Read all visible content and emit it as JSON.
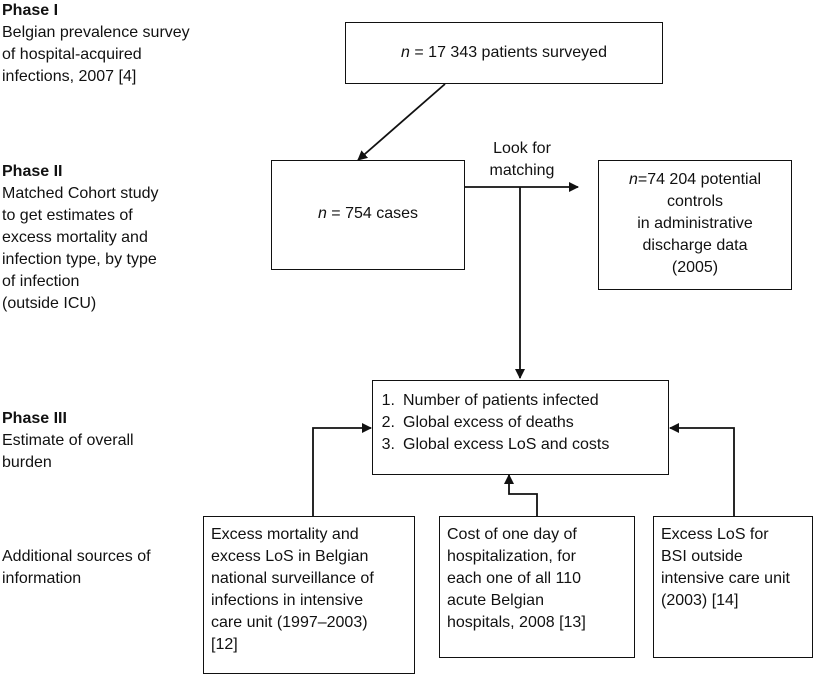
{
  "phases": [
    {
      "title": "Phase I",
      "lines": [
        "Belgian prevalence survey",
        "of hospital-acquired",
        "infections, 2007 [4]"
      ]
    },
    {
      "title": "Phase II",
      "lines": [
        "Matched Cohort study",
        "to get estimates of",
        "excess mortality and",
        "infection type, by type",
        "of infection",
        "(outside ICU)"
      ]
    },
    {
      "title": "Phase III",
      "lines": [
        "Estimate of overall",
        "burden"
      ]
    },
    {
      "title": "",
      "lines": [
        "Additional sources of",
        "information"
      ]
    }
  ],
  "boxes": {
    "surveyed": {
      "var": "n",
      "text": " = 17 343 patients surveyed"
    },
    "cases": {
      "var": "n",
      "text": " = 754 cases"
    },
    "controls": {
      "var": "n",
      "lines": [
        "=74 204 potential",
        "controls",
        "in administrative",
        "discharge data",
        "(2005)"
      ]
    },
    "results": {
      "items": [
        {
          "num": "1.",
          "text": "Number of patients infected"
        },
        {
          "num": "2.",
          "text": "Global excess of deaths"
        },
        {
          "num": "3.",
          "text": "Global excess LoS and costs"
        }
      ]
    },
    "source_icu": {
      "lines": [
        "Excess mortality and",
        "excess LoS in Belgian",
        "national surveillance of",
        "infections in intensive",
        "care unit (1997–2003)",
        "[12]"
      ]
    },
    "source_cost": {
      "lines": [
        "Cost of one day of",
        "hospitalization, for",
        "each one of all 110",
        "acute Belgian",
        "hospitals, 2008 [13]"
      ]
    },
    "source_bsi": {
      "lines": [
        "Excess LoS for",
        "BSI outside",
        "intensive care unit",
        "(2003) [14]"
      ]
    }
  },
  "edge_labels": {
    "matching": [
      "Look for",
      "matching"
    ]
  },
  "colors": {
    "stroke": "#111111",
    "background": "#ffffff"
  }
}
